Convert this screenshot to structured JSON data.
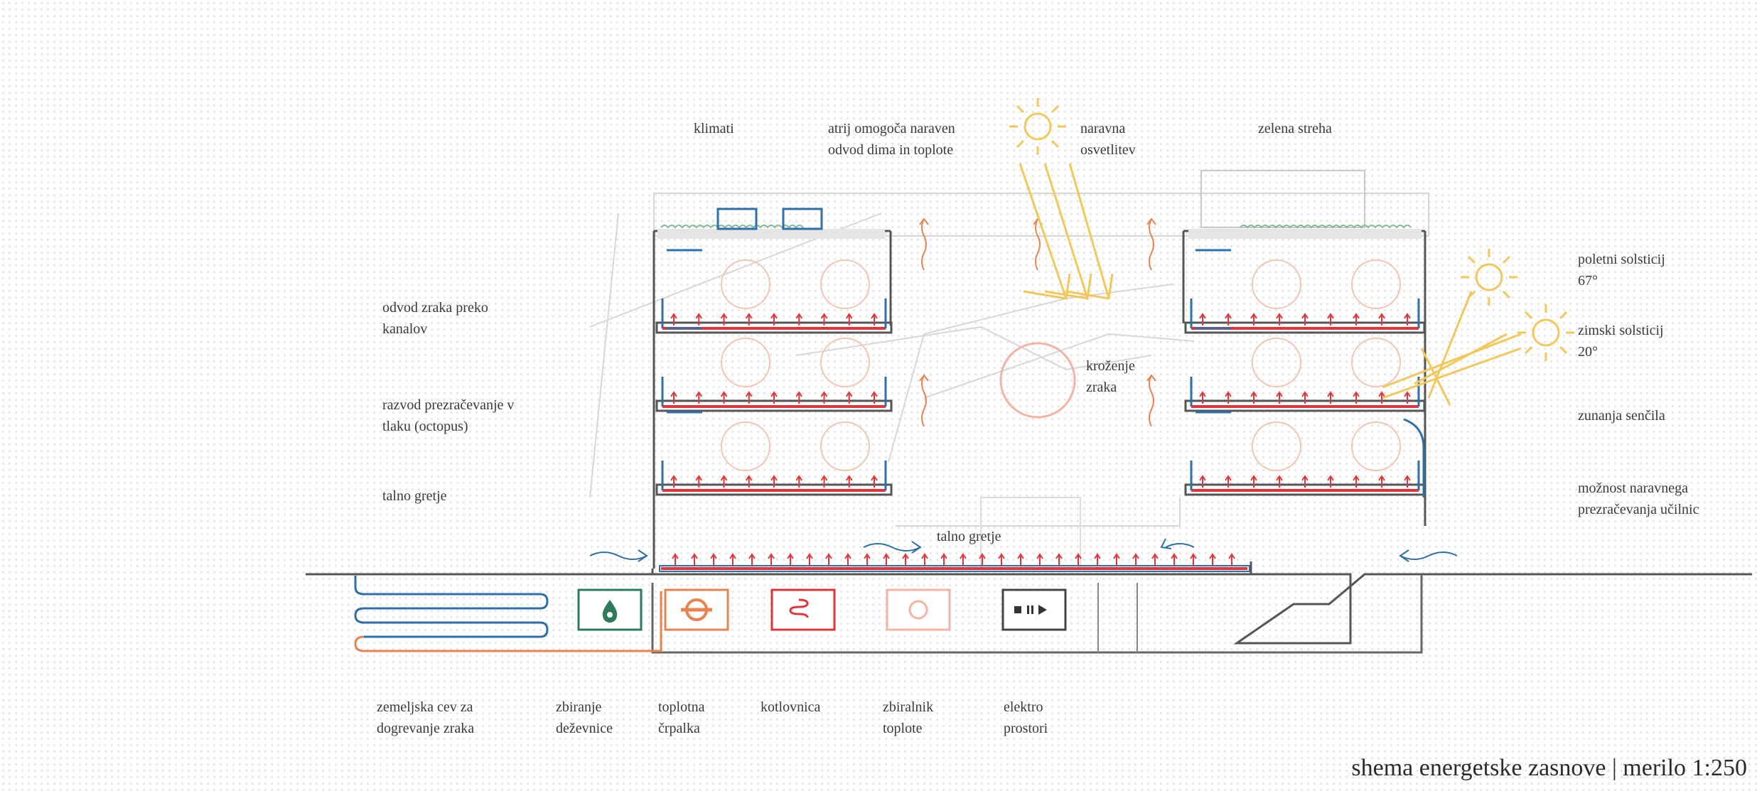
{
  "top_labels": {
    "klimati": "klimati",
    "atrij": [
      "atrij omogoča naraven",
      "odvod dima in toplote"
    ],
    "naravna": [
      "naravna",
      "osvetlitev"
    ],
    "zelena_streha": "zelena streha"
  },
  "left_labels": {
    "odvod": [
      "odvod zraka preko",
      "kanalov"
    ],
    "razvod": [
      "razvod prezračevanje v",
      "tlaku (octopus)"
    ],
    "talno_gretje": "talno gretje"
  },
  "right_labels": {
    "poletni": [
      "poletni solsticij",
      "67°"
    ],
    "zimski": [
      "zimski solsticij",
      "20°"
    ],
    "zunanja": "zunanja senčila",
    "moznost": [
      "možnost naravnega",
      "prezračevanja učilnic"
    ]
  },
  "center_labels": {
    "krozenje": [
      "kroženje",
      "zraka"
    ],
    "talno_gretje": "talno gretje"
  },
  "bottom_labels": {
    "zemeljska": [
      "zemeljska cev za",
      "dogrevanje zraka"
    ],
    "zbiranje": [
      "zbiranje",
      "deževnice"
    ],
    "toplotna": [
      "toplotna",
      "črpalka"
    ],
    "kotlovnica": "kotlovnica",
    "zbiralnik": [
      "zbiralnik",
      "toplote"
    ],
    "elektro": [
      "elektro",
      "prostori"
    ]
  },
  "caption": "shema energetske zasnove | merilo 1:250",
  "colors": {
    "red": "#e0343a",
    "blue": "#2f6fa8",
    "sun": "#f2c75b",
    "orange": "#e8834f",
    "green": "#2d7b5c",
    "grass": "#7fb89a"
  },
  "icons": {
    "sun": "sun-icon",
    "rain_tank": "water-drop-icon",
    "heat_pump": "heat-pump-icon",
    "boiler": "boiler-coil-icon",
    "heat_storage": "heat-storage-icon",
    "electro": "media-controls-icon"
  }
}
